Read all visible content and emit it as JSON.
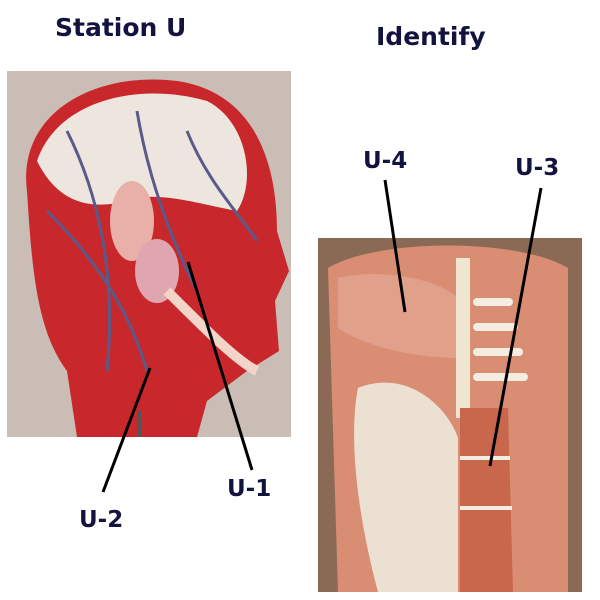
{
  "title": "Station U",
  "instruction": "Identify",
  "labels": {
    "u1": "U-1",
    "u2": "U-2",
    "u3": "U-3",
    "u4": "U-4"
  },
  "colors": {
    "text": "#13133f",
    "muscle": "#c9533f",
    "skin": "#e8d9c8",
    "vein": "#5a5a8a"
  }
}
